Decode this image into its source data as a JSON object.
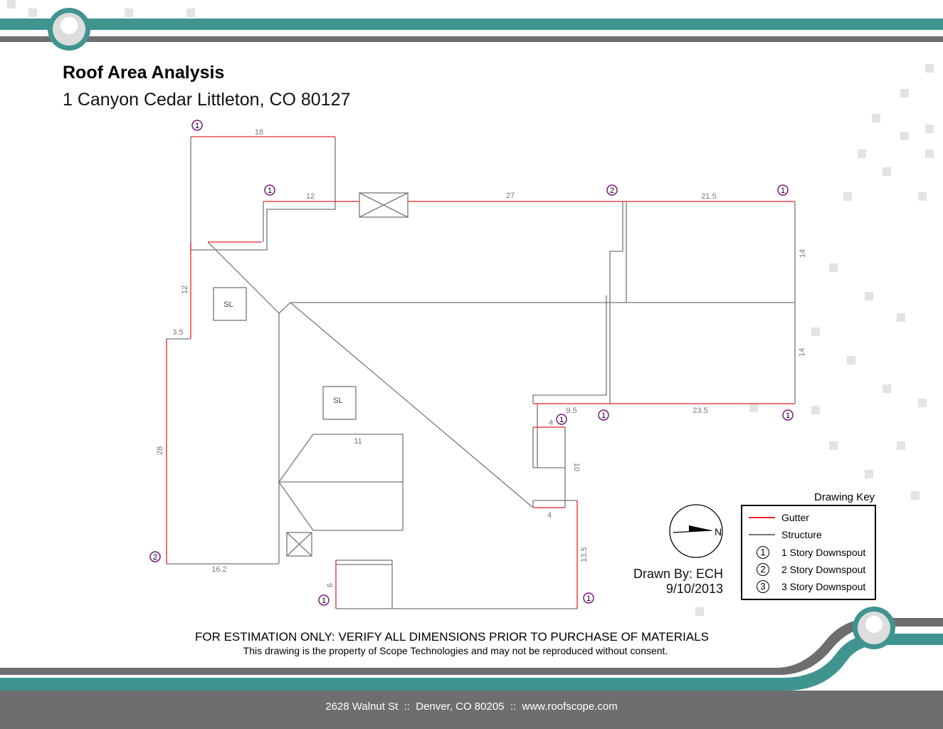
{
  "header": {
    "title": "Roof Area Analysis",
    "address": "1 Canyon Cedar Littleton, CO 80127"
  },
  "diagram": {
    "dims": [
      "18",
      "12",
      "27",
      "21.5",
      "14",
      "14",
      "12",
      "3.5",
      "28",
      "16.2",
      "9.5",
      "23.5",
      "4",
      "4",
      "10",
      "11",
      "13.5",
      "6"
    ],
    "skylight_label": "SL",
    "downspouts": [
      "1",
      "1",
      "2",
      "1",
      "1",
      "1",
      "1",
      "2",
      "1",
      "1"
    ]
  },
  "compass": {
    "label": "N"
  },
  "drawn": {
    "by": "Drawn By: ECH",
    "date": "9/10/2013"
  },
  "key": {
    "title": "Drawing Key",
    "items": [
      "Gutter",
      "Structure",
      "1 Story Downspout",
      "2 Story Downspout",
      "3 Story Downspout"
    ],
    "symbols": [
      "1",
      "2",
      "3"
    ]
  },
  "colors": {
    "gutter": "#e8232a",
    "structure": "#777777",
    "downspout": "#7a1a7a",
    "teal": "#3f9490"
  },
  "notice": {
    "warning": "FOR ESTIMATION ONLY: VERIFY ALL DIMENSIONS PRIOR TO PURCHASE OF MATERIALS",
    "property": "This drawing is the property of Scope Technologies and may not be reproduced without consent."
  },
  "footer": {
    "text": "2628 Walnut St  ::  Denver, CO 80205  ::  www.roofscope.com"
  }
}
